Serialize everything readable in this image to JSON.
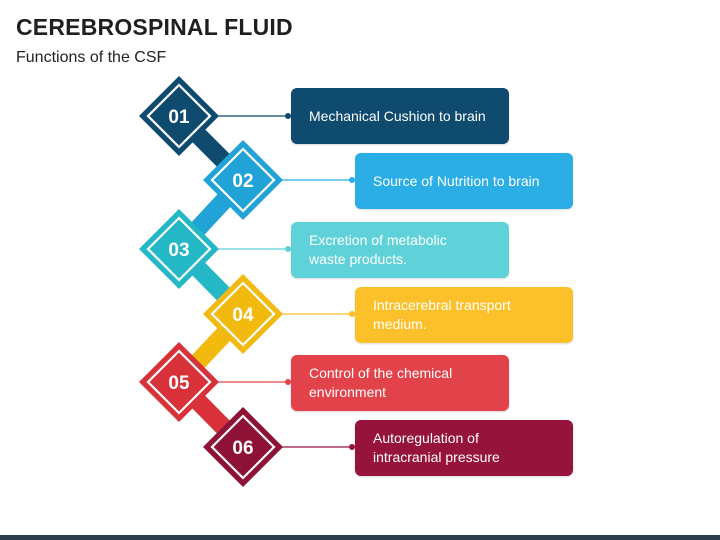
{
  "title": "CEREBROSPINAL FLUID",
  "subtitle": "Functions of the CSF",
  "items": [
    {
      "number": "01",
      "text": "Mechanical Cushion to brain",
      "color": "#0f4a6f"
    },
    {
      "number": "02",
      "text": "Source of Nutrition to brain",
      "color": "#21a3d8"
    },
    {
      "number": "03",
      "text": "Excretion of metabolic\nwaste products.",
      "color": "#24b8c6"
    },
    {
      "number": "04",
      "text": "Intracerebral transport\nmedium.",
      "color": "#f2b90f"
    },
    {
      "number": "05",
      "text": "Control of the chemical\nenvironment",
      "color": "#d8313a"
    },
    {
      "number": "06",
      "text": "Autoregulation of\nintracranial pressure",
      "color": "#8e1136"
    }
  ],
  "box_colors": [
    "#0f4a6f",
    "#2bade5",
    "#5fd1d8",
    "#fcc12a",
    "#e2434a",
    "#96133b"
  ]
}
